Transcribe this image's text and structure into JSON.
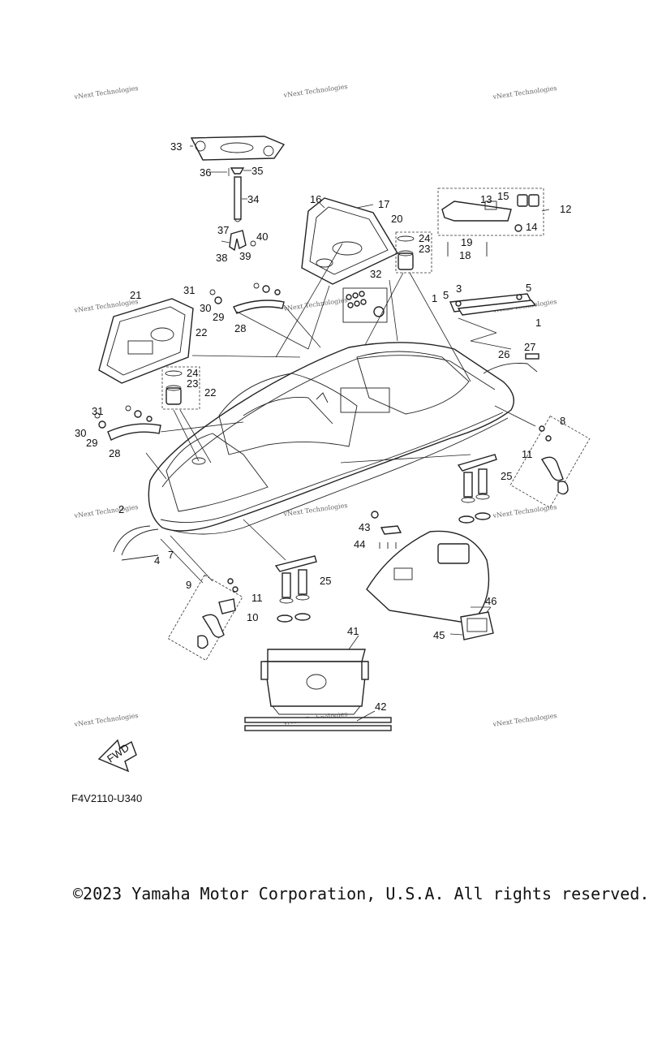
{
  "diagram": {
    "callouts": [
      {
        "id": "1",
        "label": "1"
      },
      {
        "id": "1b",
        "label": "1"
      },
      {
        "id": "2",
        "label": "2"
      },
      {
        "id": "3",
        "label": "3"
      },
      {
        "id": "4",
        "label": "4"
      },
      {
        "id": "5",
        "label": "5"
      },
      {
        "id": "5b",
        "label": "5"
      },
      {
        "id": "7",
        "label": "7"
      },
      {
        "id": "8",
        "label": "8"
      },
      {
        "id": "9",
        "label": "9"
      },
      {
        "id": "10",
        "label": "10"
      },
      {
        "id": "11",
        "label": "11"
      },
      {
        "id": "11b",
        "label": "11"
      },
      {
        "id": "12",
        "label": "12"
      },
      {
        "id": "13",
        "label": "13"
      },
      {
        "id": "14",
        "label": "14"
      },
      {
        "id": "15",
        "label": "15"
      },
      {
        "id": "16",
        "label": "16"
      },
      {
        "id": "17",
        "label": "17"
      },
      {
        "id": "18",
        "label": "18"
      },
      {
        "id": "19",
        "label": "19"
      },
      {
        "id": "20",
        "label": "20"
      },
      {
        "id": "21",
        "label": "21"
      },
      {
        "id": "22",
        "label": "22"
      },
      {
        "id": "22b",
        "label": "22"
      },
      {
        "id": "23",
        "label": "23"
      },
      {
        "id": "23b",
        "label": "23"
      },
      {
        "id": "24",
        "label": "24"
      },
      {
        "id": "24b",
        "label": "24"
      },
      {
        "id": "25",
        "label": "25"
      },
      {
        "id": "25b",
        "label": "25"
      },
      {
        "id": "26",
        "label": "26"
      },
      {
        "id": "27",
        "label": "27"
      },
      {
        "id": "28",
        "label": "28"
      },
      {
        "id": "28b",
        "label": "28"
      },
      {
        "id": "29",
        "label": "29"
      },
      {
        "id": "29b",
        "label": "29"
      },
      {
        "id": "30",
        "label": "30"
      },
      {
        "id": "30b",
        "label": "30"
      },
      {
        "id": "31",
        "label": "31"
      },
      {
        "id": "31b",
        "label": "31"
      },
      {
        "id": "32",
        "label": "32"
      },
      {
        "id": "33",
        "label": "33"
      },
      {
        "id": "34",
        "label": "34"
      },
      {
        "id": "35",
        "label": "35"
      },
      {
        "id": "36",
        "label": "36"
      },
      {
        "id": "37",
        "label": "37"
      },
      {
        "id": "38",
        "label": "38"
      },
      {
        "id": "39",
        "label": "39"
      },
      {
        "id": "40",
        "label": "40"
      },
      {
        "id": "41",
        "label": "41"
      },
      {
        "id": "42",
        "label": "42"
      },
      {
        "id": "43",
        "label": "43"
      },
      {
        "id": "44",
        "label": "44"
      },
      {
        "id": "45",
        "label": "45"
      },
      {
        "id": "46",
        "label": "46"
      }
    ],
    "watermark_text": "vNext Technologies",
    "fwd_label": "FWD",
    "diagram_code": "F4V2110-U340"
  },
  "footer": {
    "copyright": "©2023 Yamaha Motor Corporation, U.S.A. All rights reserved."
  },
  "colors": {
    "ink": "#111111",
    "background": "#ffffff",
    "watermark": "#666666"
  }
}
